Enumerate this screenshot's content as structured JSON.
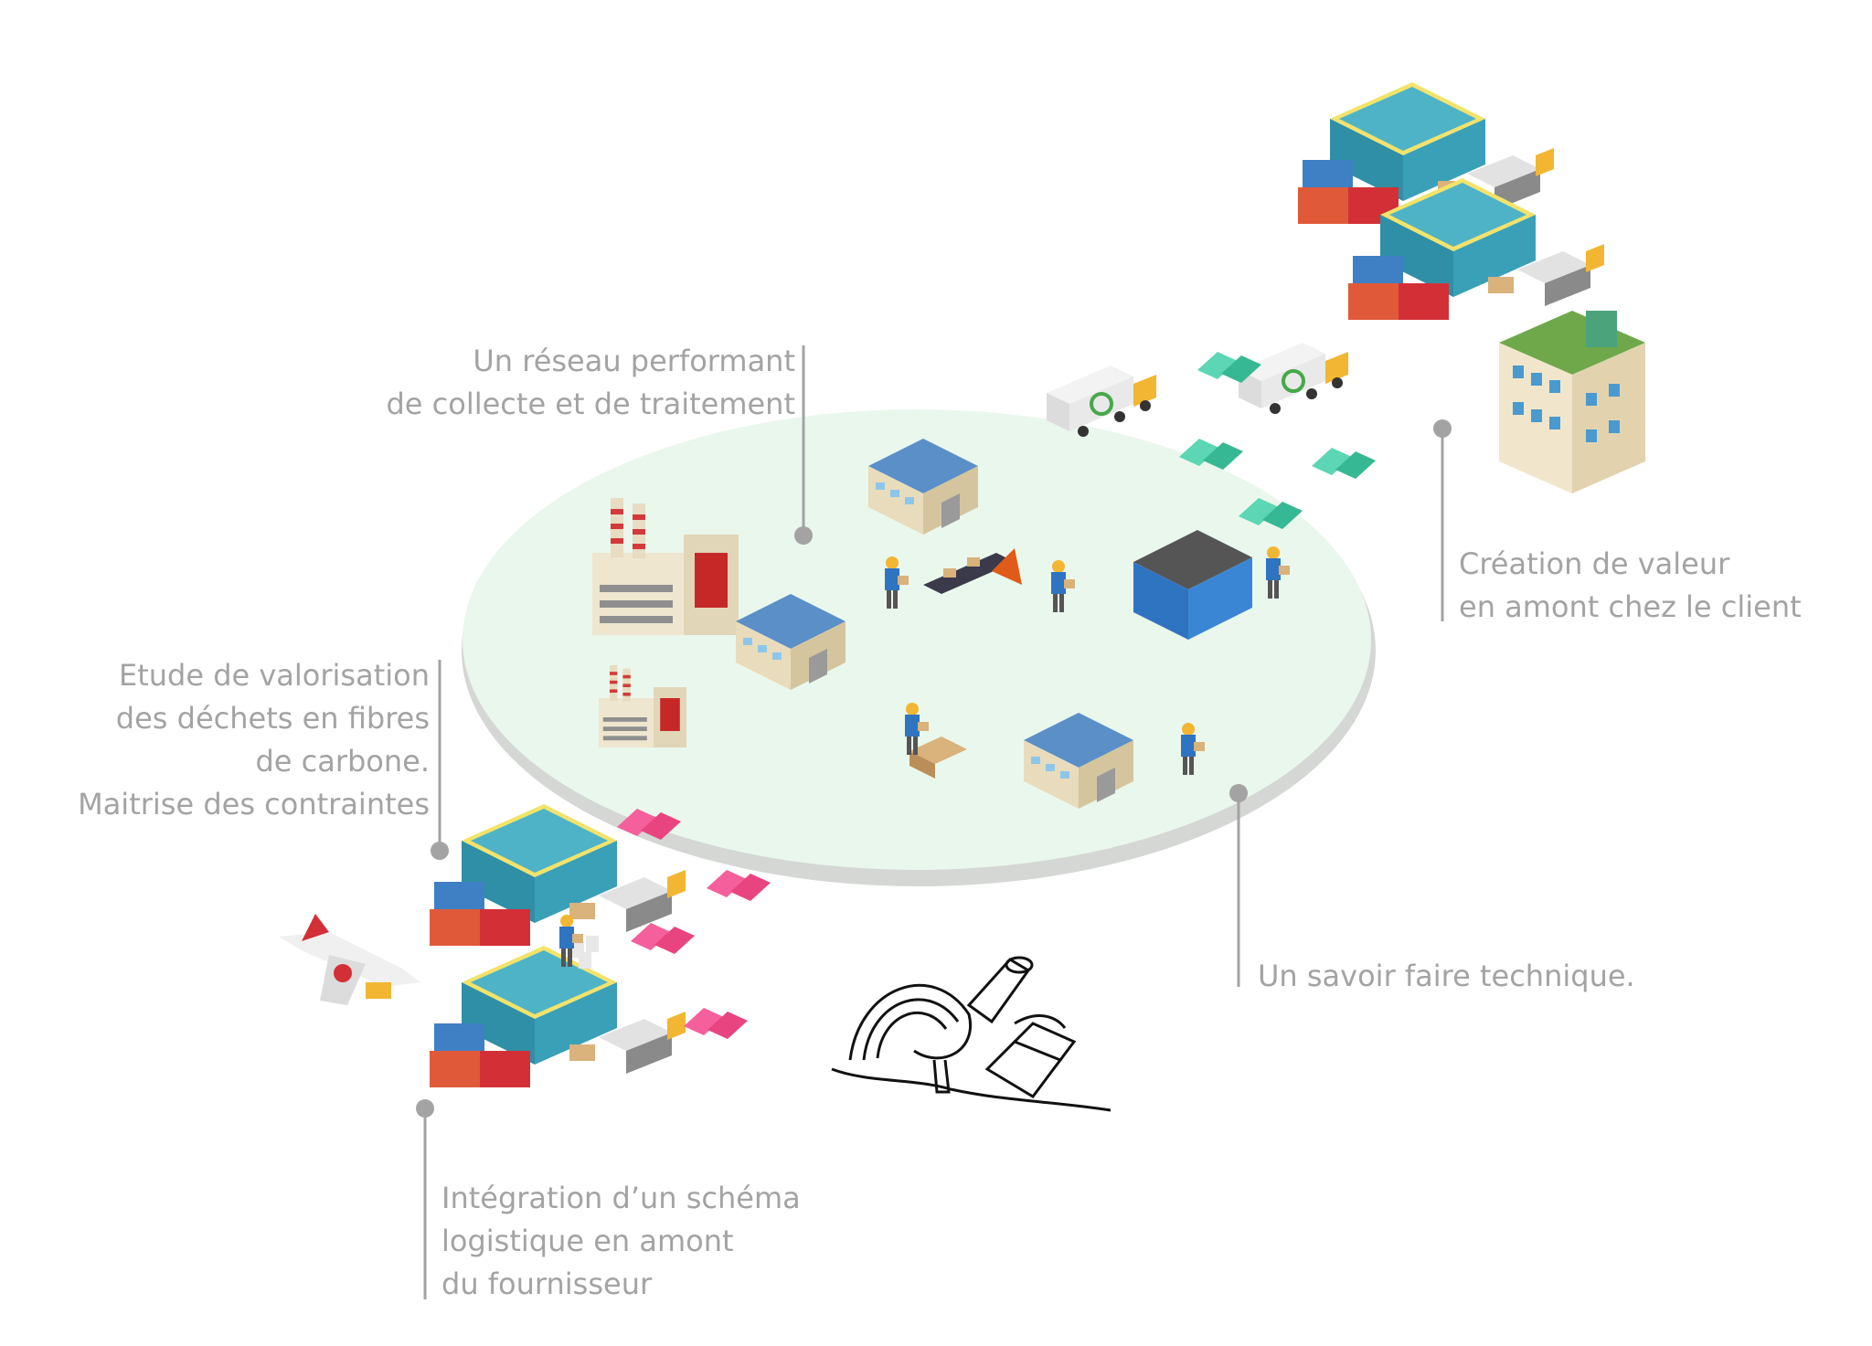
{
  "colors": {
    "label_text": "#a3a3a3",
    "connector": "#a3a3a3",
    "platform": "#eaf7ec",
    "platform_shadow": "#d4d7d4",
    "arrow_green": "#5cd6b4",
    "arrow_pink": "#f5609c",
    "roof_blue": "#5b8fc7",
    "wall_cream": "#f1e6cc"
  },
  "icons": {
    "factory": "factory-icon",
    "warehouse": "warehouse-icon",
    "truck": "truck-icon",
    "airplane": "airplane-icon",
    "worker": "worker-icon",
    "office": "office-building-icon",
    "waste": "waste-sketch-icon",
    "arrow": "chevron-arrow-icon"
  },
  "labels": {
    "network": {
      "line1": "Un réseau performant",
      "line2": "de collecte et de traitement"
    },
    "value_creation": {
      "line1": "Création de valeur",
      "line2": "en amont chez le client"
    },
    "study": {
      "line1": "Etude de valorisation",
      "line2": "des déchets en fibres",
      "line3": "de carbone.",
      "line4": "Maitrise des contraintes"
    },
    "know_how": {
      "line1": "Un savoir faire technique."
    },
    "logistics": {
      "line1": "Intégration d’un schéma",
      "line2": "logistique en amont",
      "line3": "du fournisseur"
    }
  }
}
